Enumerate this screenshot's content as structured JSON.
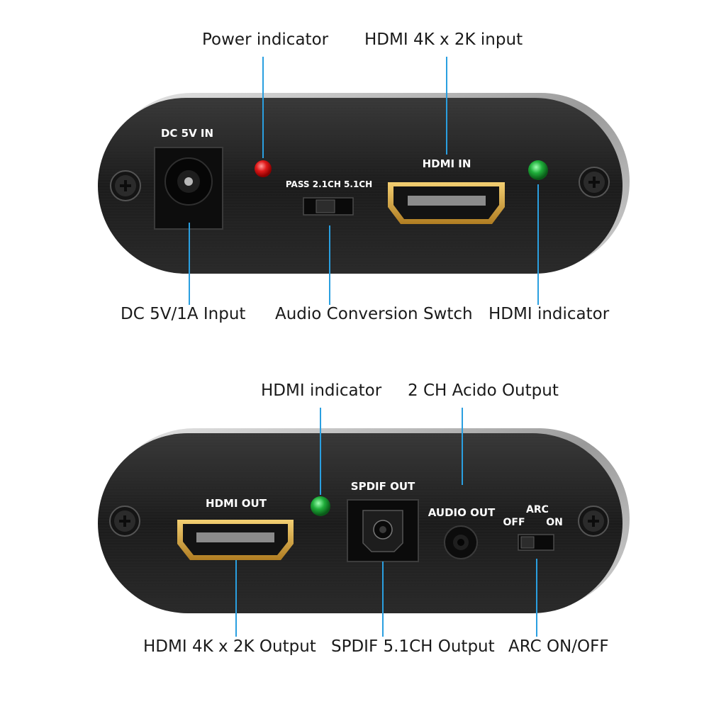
{
  "top_panel": {
    "labels": {
      "dc_in": "DC 5V IN",
      "hdmi_in": "HDMI IN",
      "switch": "PASS 2.1CH 5.1CH"
    },
    "callouts": {
      "power_indicator": "Power indicator",
      "hdmi_input": "HDMI 4K x 2K input",
      "dc_input": "DC 5V/1A Input",
      "audio_switch": "Audio Conversion Swtch",
      "hdmi_indicator": "HDMI indicator"
    }
  },
  "bottom_panel": {
    "labels": {
      "hdmi_out": "HDMI OUT",
      "spdif_out": "SPDIF OUT",
      "audio_out": "AUDIO OUT",
      "arc": "ARC",
      "arc_off": "OFF",
      "arc_on": "ON"
    },
    "callouts": {
      "hdmi_indicator": "HDMI indicator",
      "audio_output": "2 CH Acido Output",
      "hdmi_output": "HDMI 4K x 2K Output",
      "spdif_output": "SPDIF 5.1CH Output",
      "arc_onoff": "ARC ON/OFF"
    }
  },
  "colors": {
    "accent_line": "#2a9fe0",
    "power_led": "#e01a1a",
    "hdmi_led": "#1fae3a",
    "hdmi_port_gold": "#d9a43a"
  }
}
